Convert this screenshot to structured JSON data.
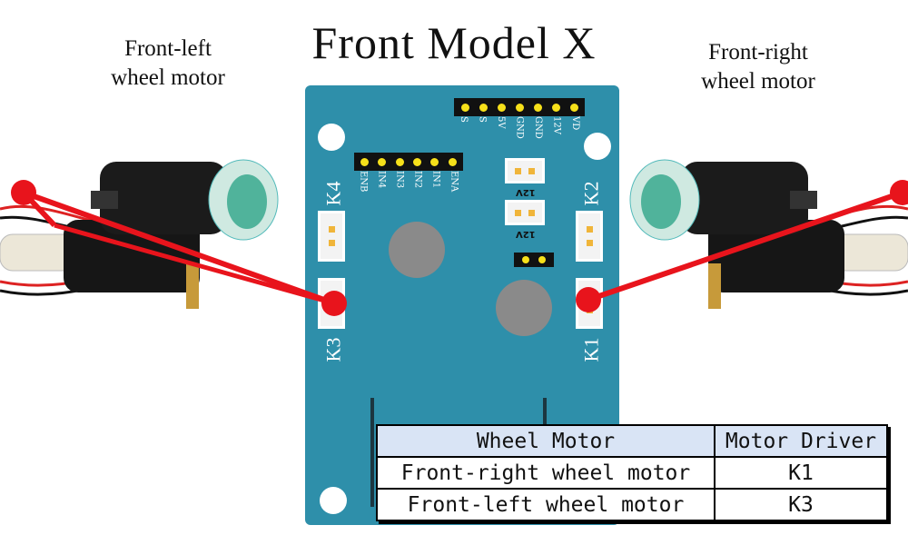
{
  "title": "Front Model X",
  "labels": {
    "left_line1": "Front-left",
    "left_line2": "wheel motor",
    "right_line1": "Front-right",
    "right_line2": "wheel motor"
  },
  "board": {
    "top_pins": [
      "S",
      "S",
      "5V",
      "GND",
      "GND",
      "12V",
      "VD"
    ],
    "input_pins": [
      "ENB",
      "IN4",
      "IN3",
      "IN2",
      "IN1",
      "ENA"
    ],
    "voltage_label": "12V",
    "connectors": {
      "k1": "K1",
      "k2": "K2",
      "k3": "K3",
      "k4": "K4"
    }
  },
  "colors": {
    "board": "#2e8faa",
    "wire": "#e8141c",
    "table_header": "#d9e4f5"
  },
  "table": {
    "headers": [
      "Wheel Motor",
      "Motor Driver"
    ],
    "rows": [
      [
        "Front-right wheel motor",
        "K1"
      ],
      [
        "Front-left wheel motor",
        "K3"
      ]
    ]
  }
}
